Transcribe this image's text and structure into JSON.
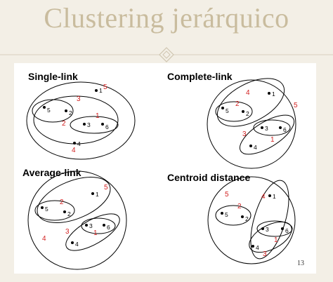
{
  "slide": {
    "title": "Clustering jerárquico",
    "page_number": "13"
  },
  "colors": {
    "title": "#c9bc9e",
    "order_labels": "#d21f1f",
    "background": "#f3efe6"
  },
  "quadrants": {
    "single_link": {
      "title": "Single-link",
      "points": [
        "1",
        "5",
        "2",
        "3",
        "6",
        "4"
      ],
      "order": [
        "5",
        "3",
        "1",
        "2",
        "4"
      ]
    },
    "complete_link": {
      "title": "Complete-link",
      "points": [
        "1",
        "5",
        "2",
        "3",
        "6",
        "4"
      ],
      "order": [
        "4",
        "2",
        "5",
        "3",
        "1"
      ]
    },
    "average_link": {
      "title": "Average-link",
      "points": [
        "1",
        "5",
        "2",
        "3",
        "6",
        "4"
      ],
      "order": [
        "5",
        "2",
        "1",
        "3",
        "4"
      ]
    },
    "centroid_distance": {
      "title": "Centroid distance",
      "points": [
        "1",
        "5",
        "2",
        "3",
        "6",
        "4"
      ],
      "order": [
        "5",
        "4",
        "2",
        "1",
        "3"
      ]
    }
  }
}
